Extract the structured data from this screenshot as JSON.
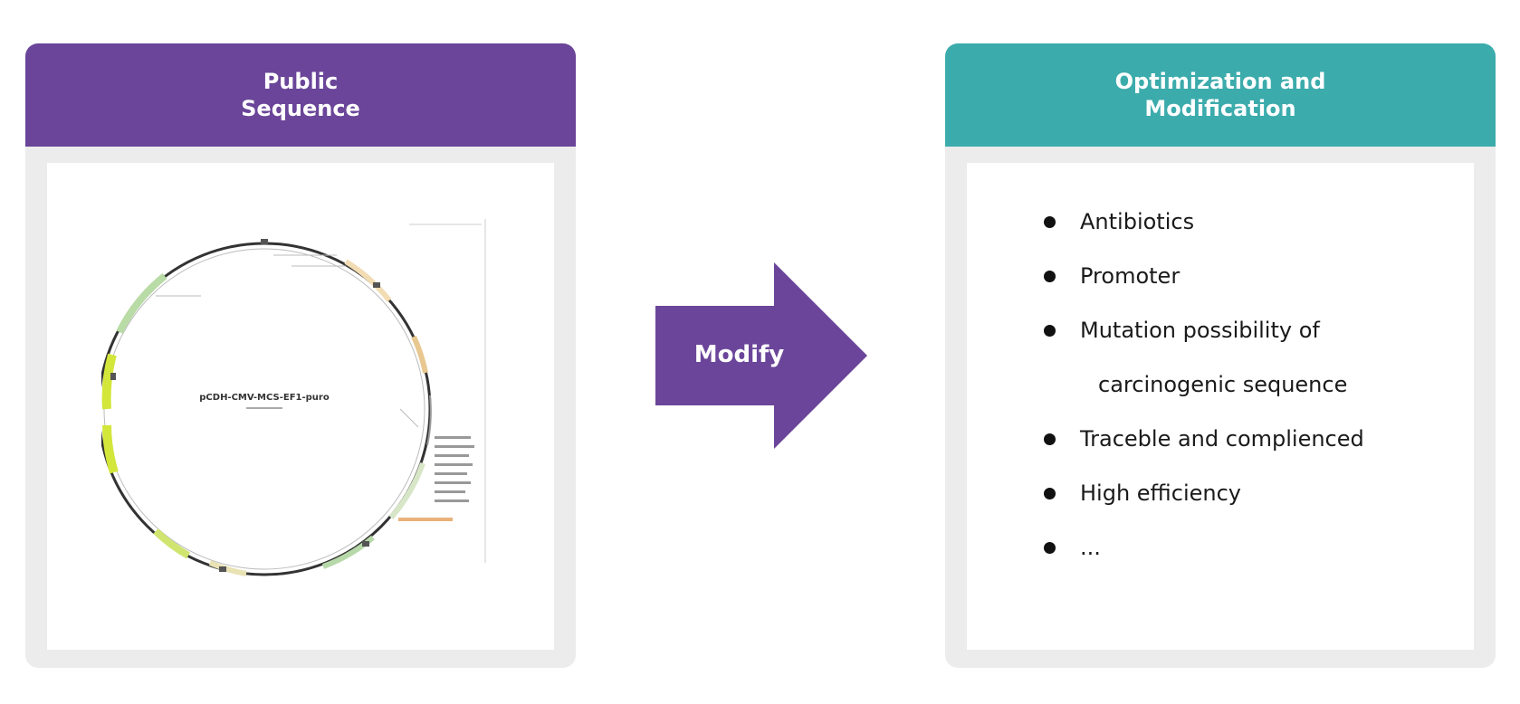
{
  "left_panel": {
    "title_line1": "Public",
    "title_line2": "Sequence",
    "header_color": "#6a4599",
    "map_title": "pCDH-CMV-MCS-EF1-puro"
  },
  "arrow": {
    "label": "Modify",
    "color": "#6a4599"
  },
  "right_panel": {
    "title_line1": "Optimization and",
    "title_line2": "Modification",
    "header_color": "#3cabac",
    "items": [
      {
        "text": "Antibiotics"
      },
      {
        "text": "Promoter"
      },
      {
        "text": "Mutation possibility of"
      },
      {
        "text": "Traceble and complienced"
      },
      {
        "text": "High efficiency"
      },
      {
        "text": "..."
      }
    ],
    "continuation": "carcinogenic sequence"
  }
}
